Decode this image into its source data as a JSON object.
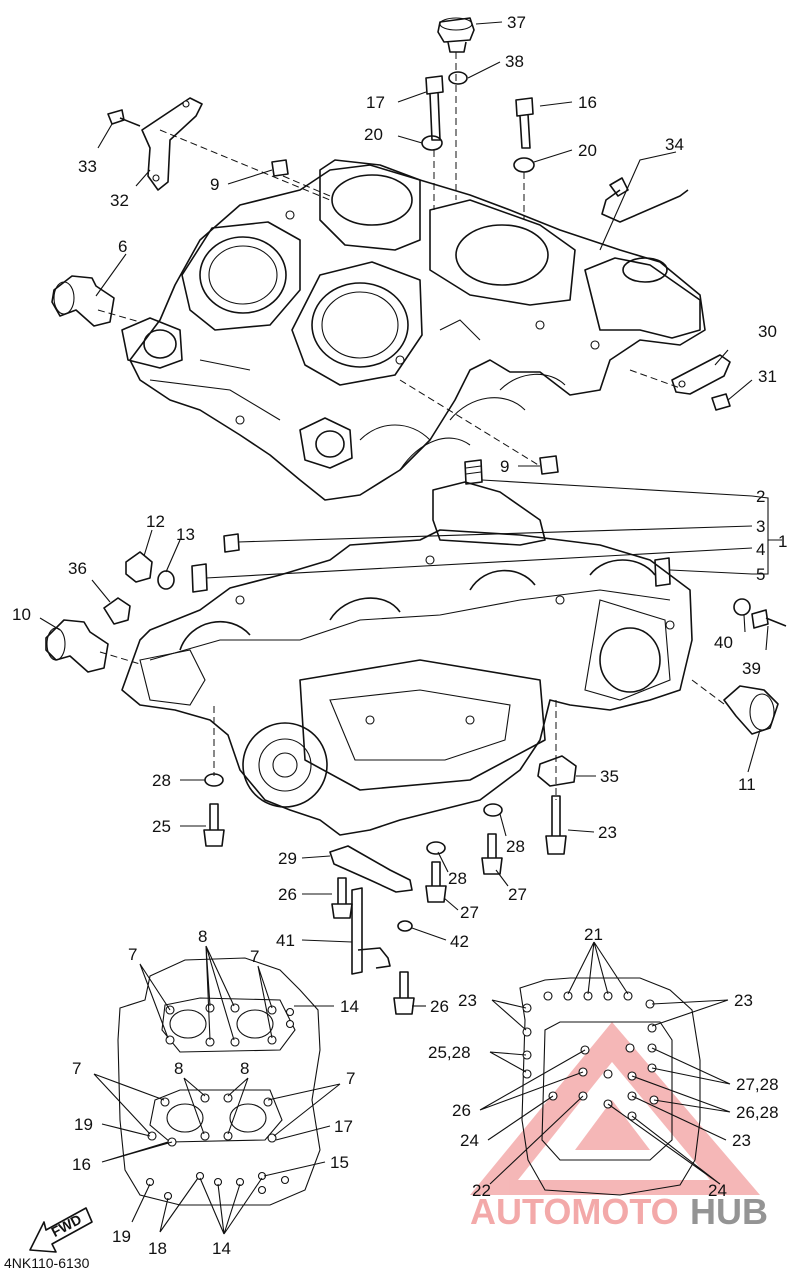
{
  "diagram": {
    "code": "4NK110-6130",
    "fwd_label": "FWD",
    "watermark": {
      "part1": "AUTOMOTO",
      "part2": "HUB",
      "color1": "#f2a0a0",
      "color2": "#888888"
    },
    "callouts": {
      "p1": "1",
      "p2": "2",
      "p3": "3",
      "p4": "4",
      "p5": "5",
      "p6": "6",
      "p9a": "9",
      "p9b": "9",
      "p10": "10",
      "p11": "11",
      "p12": "12",
      "p13": "13",
      "p16": "16",
      "p17": "17",
      "p20a": "20",
      "p20b": "20",
      "p23a": "23",
      "p25": "25",
      "p26a": "26",
      "p27a": "27",
      "p27b": "27",
      "p28a": "28",
      "p28b": "28",
      "p28c": "28",
      "p29": "29",
      "p30": "30",
      "p31": "31",
      "p32": "32",
      "p33": "33",
      "p34": "34",
      "p35": "35",
      "p36": "36",
      "p37": "37",
      "p38": "38",
      "p39": "39",
      "p40": "40",
      "p41": "41",
      "p42": "42",
      "p26b": "26",
      "u7a": "7",
      "u8a": "8",
      "u7b": "7",
      "u14a": "14",
      "u7c": "7",
      "u8b": "8",
      "u7d": "7",
      "u19a": "19",
      "u17": "17",
      "u16": "16",
      "u15": "15",
      "u19b": "19",
      "u18": "18",
      "u14b": "14",
      "l21": "21",
      "l23a": "23",
      "l23b": "23",
      "l2528": "25,28",
      "l2728": "27,28",
      "l26": "26",
      "l2628": "26,28",
      "l24a": "24",
      "l23c": "23",
      "l22": "22",
      "l24b": "24"
    }
  }
}
